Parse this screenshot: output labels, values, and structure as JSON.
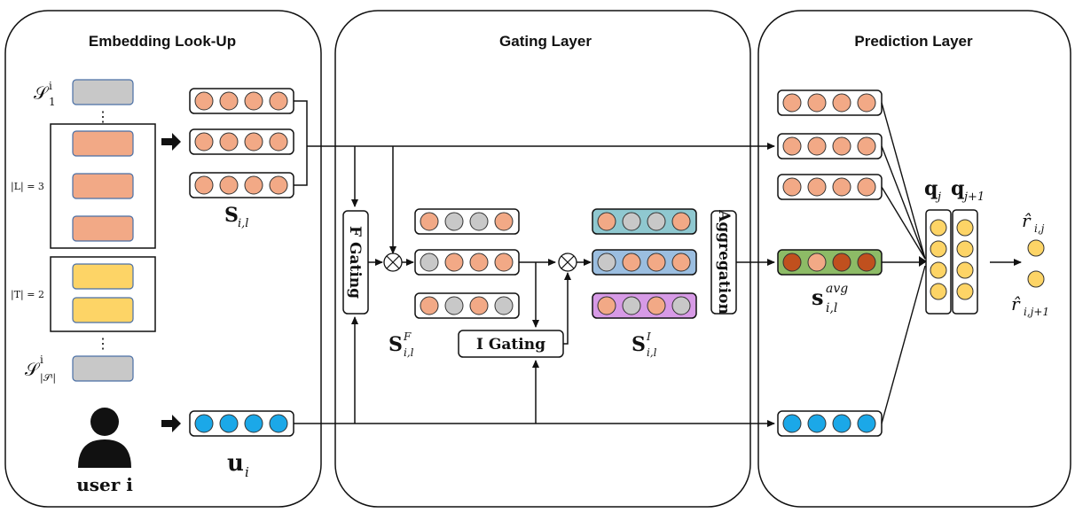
{
  "panels": {
    "embedding": "Embedding Look-Up",
    "gating": "Gating Layer",
    "prediction": "Prediction Layer"
  },
  "labels": {
    "s1": "𝒮",
    "s1_sup": "i",
    "s1_sub": "1",
    "sS": "𝒮",
    "sS_sup": "i",
    "sS_sub": "|𝒮ⁱ|",
    "L": "|L| = 3",
    "T": "|T| = 2",
    "dots": "⋮",
    "S_il": "S",
    "S_il_sub": "i,l",
    "u_i": "u",
    "u_i_sub": "i",
    "user": "user  i",
    "F_gating": "F Gating",
    "I_gating": "I Gating",
    "SF": "S",
    "SF_sup": "F",
    "SF_sub": "i,l",
    "SI": "S",
    "SI_sup": "I",
    "SI_sub": "i,l",
    "aggregation": "Aggregation",
    "savg": "s",
    "savg_sup": "avg",
    "savg_sub": "i,l",
    "qj": "q",
    "qj_sub": "j",
    "qj1": "q",
    "qj1_sub": "j+1",
    "rij": "r̂",
    "rij_sub": "i,j",
    "rij1": "r̂",
    "rij1_sub": "i,j+1"
  },
  "colors": {
    "orange": "#F2A986",
    "gray": "#C8C8C8",
    "yellow": "#FDD466",
    "blue": "#1BA8E8",
    "darkred": "#C0501E",
    "teal_bg": "#8FC8D0",
    "blue_bg": "#9BBEE0",
    "purple_bg": "#D79AE6",
    "green_bg": "#8DBB66"
  }
}
